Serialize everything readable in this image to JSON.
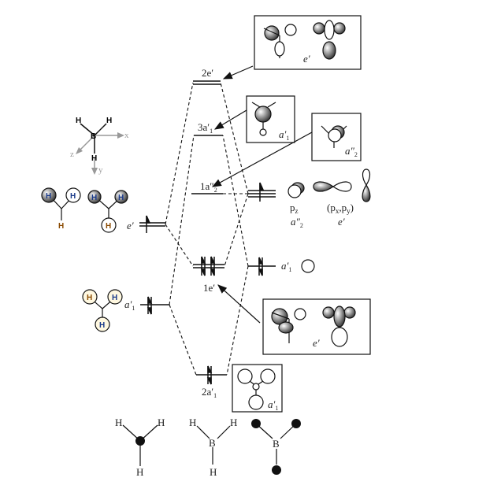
{
  "mo_levels": {
    "e2": "2e′",
    "a3": "3a′",
    "a3_sub": "1",
    "a2pp": "1a″",
    "a2pp_sub": "2",
    "e1": "1e′",
    "a2": "2a′",
    "a2_sub": "1"
  },
  "h3_levels": {
    "e": "e′",
    "a1": "a′",
    "a1_sub": "1"
  },
  "boron": {
    "pz": "p",
    "pz_sub": "z",
    "pz_sym": "a″",
    "pz_sym_sub": "2",
    "pxpy_open": "(p",
    "px_sub": "x",
    "pxpy_mid": ",p",
    "py_sub": "y",
    "pxpy_close": ")",
    "pxpy_sym": "e′",
    "s_sym": "a′",
    "s_sym_sub": "1"
  },
  "boxes": {
    "top_e": "e′",
    "a1_box": "a′",
    "a1_box_sub": "1",
    "a2pp_box": "a″",
    "a2pp_box_sub": "2",
    "e_low": "e′",
    "a1_low": "a′",
    "a1_low_sub": "1"
  },
  "axes": {
    "x": "x",
    "y": "y",
    "z": "z",
    "B": "B",
    "H": "H"
  },
  "colors": {
    "h_orbital_text": "#1a3a8a",
    "h_text": "#8a4a00",
    "axis": "#999999"
  }
}
